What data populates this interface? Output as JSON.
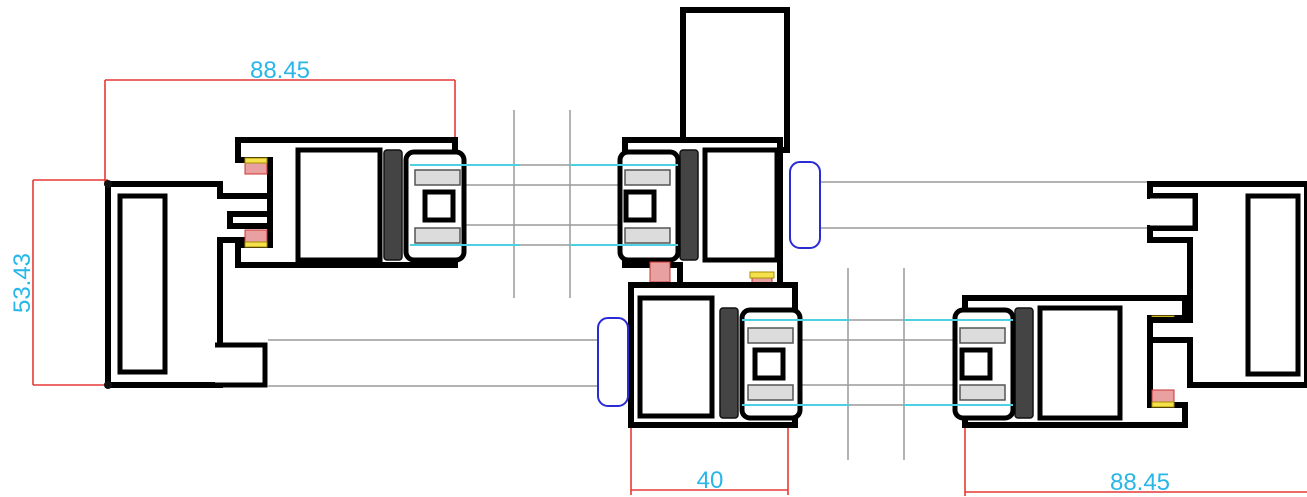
{
  "dimensions": {
    "top_width": "88.45",
    "left_height": "53.43",
    "bottom_middle": "40",
    "bottom_right": "88.45"
  },
  "colors": {
    "dimension_line": "#e53935",
    "dimension_text": "#29b6e8",
    "profile_outline": "#000000",
    "glass_line": "#4dd0e1",
    "seal": "#2b2bd6",
    "brush_seal": "#e9a0a0",
    "brush_cap": "#f4e14b"
  }
}
